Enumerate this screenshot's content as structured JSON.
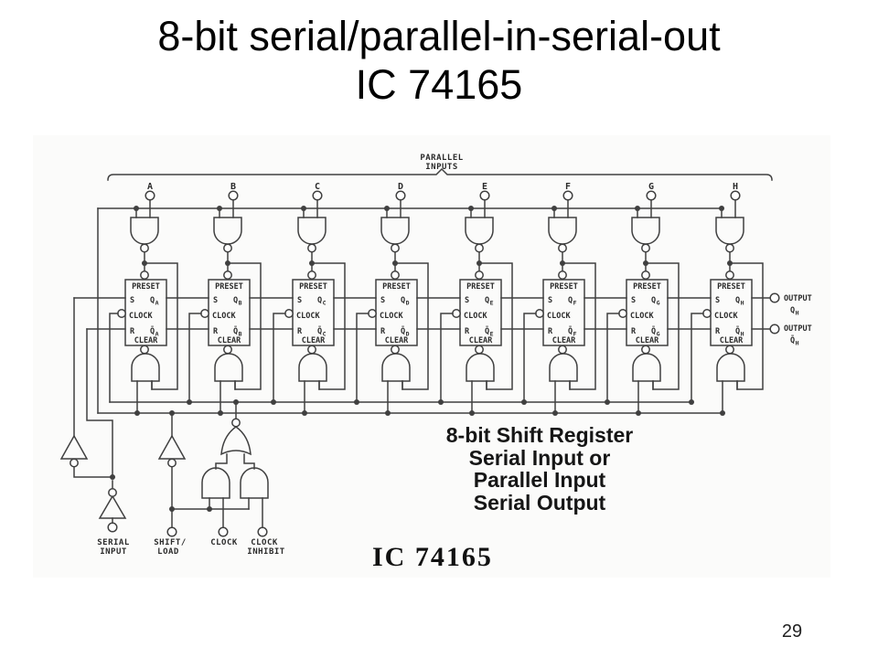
{
  "slide": {
    "title_line1": "8-bit serial/parallel-in-serial-out",
    "title_line2": "IC 74165",
    "page_number": "29"
  },
  "diagram": {
    "parallel_inputs_line1": "PARALLEL",
    "parallel_inputs_line2": "INPUTS",
    "input_labels": [
      "A",
      "B",
      "C",
      "D",
      "E",
      "F",
      "G",
      "H"
    ],
    "flipflop_labels": {
      "preset": "PRESET",
      "s": "S",
      "clock": "CLOCK",
      "r": "R",
      "clear": "CLEAR",
      "q": "Q",
      "q_bar": "Q̄"
    },
    "outputs": [
      {
        "label": "OUTPUT",
        "signal": "Q",
        "subscript": "H"
      },
      {
        "label": "OUTPUT",
        "signal": "Q̄",
        "subscript": "H"
      }
    ],
    "bottom_terminals": [
      {
        "line1": "SERIAL",
        "line2": "INPUT"
      },
      {
        "line1": "SHIFT/",
        "line2": "LOAD"
      },
      {
        "line1": "CLOCK",
        "line2": ""
      },
      {
        "line1": "CLOCK",
        "line2": "INHIBIT"
      }
    ],
    "caption_lines": [
      "8-bit Shift Register",
      "Serial Input or",
      "Parallel Input",
      "Serial Output"
    ],
    "ic_label": "IC 74165"
  },
  "colors": {
    "line": "#404040",
    "text": "#000000"
  }
}
